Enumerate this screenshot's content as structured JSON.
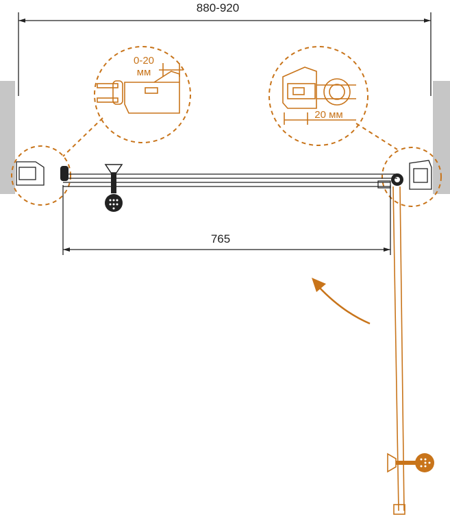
{
  "dimensions": {
    "total_width": "880-920",
    "door_width": "765"
  },
  "details": {
    "left_adjust_value": "0-20",
    "left_adjust_unit": "мм",
    "right_gap": "20 мм"
  },
  "colors": {
    "accent": "#c8741a",
    "line": "#222222",
    "wall": "#c6c6c6"
  }
}
